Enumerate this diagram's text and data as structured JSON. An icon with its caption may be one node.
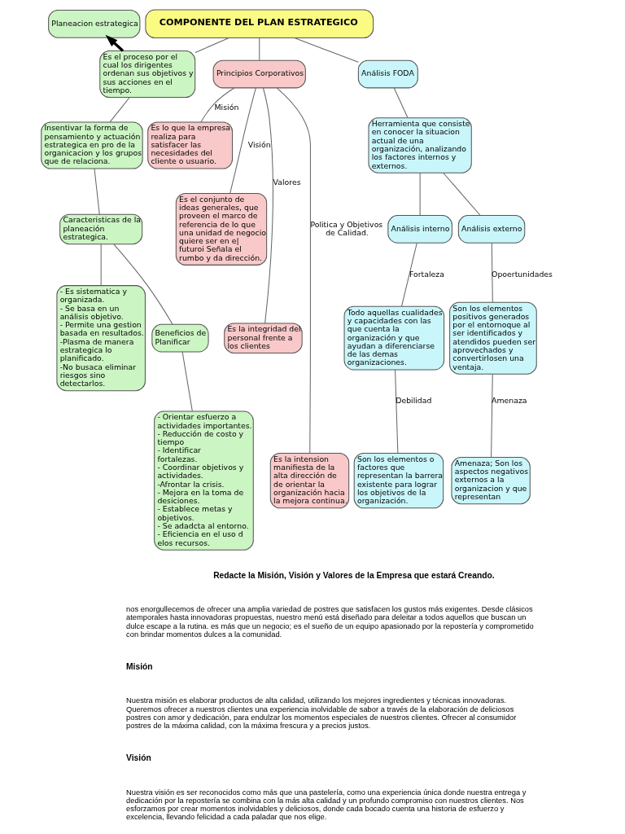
{
  "diagram": {
    "nodes": [
      {
        "text": [
          "COMPONENTE DEL PLAN ESTRATEGICO"
        ]
      },
      {
        "text": [
          "Planeacion estrategica"
        ]
      },
      {
        "text": [
          "Es el proceso por el cual los dirigentes ordenan sus objetivos y sus acciones en el tiempo."
        ]
      },
      {
        "text": [
          "Insentivar la forma de pensamiento y actuación estrategica en pro de la organicacion y los grupos que de relaciona."
        ]
      },
      {
        "text": [
          "Caracteristicas de la planeación estrategica."
        ]
      },
      {
        "text": [
          "- Es sistematica y organizada.",
          "- Se basa en un análisis objetivo.",
          "- Permite una gestion basada en resultados.",
          "-Plasma de manera estrategica lo planificado.",
          "-No busaca eliminar riesgos sino detectarlos."
        ]
      },
      {
        "text": [
          "Beneficios de Planificar"
        ]
      },
      {
        "text": [
          "- Orientar esfuerzo a actividades importantes.",
          "- Reducción de costo y tiempo",
          "- Identificar fortalezas.",
          "- Coordinar objetivos y actividades.",
          "-Afrontar la crisis.",
          "- Mejora en la toma de desiciones.",
          "- Establece metas y objetivos.",
          "- Se adadcta al entorno.",
          "- Eficiencia en el uso d elos recursos."
        ]
      },
      {
        "text": [
          "Principios Corporativos"
        ]
      },
      {
        "text": [
          "Es lo que la empresa realiza para satisfacer las necesidades del cliente o usuario."
        ]
      },
      {
        "text": [
          "Es el conjunto de ideas generales, que proveen el marco de referencia de Io que una unidad de negocio quiere ser en e| futuroi Señala el rumbo y da dirección."
        ]
      },
      {
        "text": [
          "Es la integridad del personal frente a los clientes"
        ]
      },
      {
        "text": [
          "Es la intension manifiesta de la alta dirección de de orientar la organización hacia la mejora continua."
        ]
      },
      {
        "text": [
          "Análisis FODA"
        ]
      },
      {
        "text": [
          "Herramienta que consiste en conocer la situacion actual de una organización, analizando los factores internos y externos."
        ]
      },
      {
        "text": [
          "Análisis interno"
        ]
      },
      {
        "text": [
          "Análisis externo"
        ]
      },
      {
        "text": [
          "Todo aquellas cualidades y capacidades con las que cuenta la organización y que ayudan a diferenciarse de las demas organizaciones."
        ]
      },
      {
        "text": [
          "Son los elementos o factores que representan la barrera existente para lograr los objetivos de la organización."
        ]
      },
      {
        "text": [
          "Son los elementos positivos generados por el entornoque al ser identificados y atendidos pueden ser aprovechados y convertirlosen una ventaja."
        ]
      },
      {
        "text": [
          "Amenaza; Son los aspectos negativos externos a la organizacion y que representan"
        ]
      }
    ],
    "edges": [
      {
        "from": 0,
        "to": 2,
        "arrow": "none"
      },
      {
        "from": 2,
        "to": 1,
        "arrow": "to",
        "style": "thick",
        "color": "#000000"
      },
      {
        "from": 2,
        "to": 3,
        "arrow": "none"
      },
      {
        "from": 3,
        "to": 4,
        "arrow": "none"
      },
      {
        "from": 4,
        "to": 5,
        "arrow": "none"
      },
      {
        "from": 4,
        "to": 6,
        "arrow": "none"
      },
      {
        "from": 6,
        "to": 7,
        "arrow": "none"
      },
      {
        "from": 0,
        "to": 8,
        "arrow": "none"
      },
      {
        "from": 8,
        "to": 9,
        "arrow": "none",
        "label": "Misión"
      },
      {
        "from": 8,
        "to": 10,
        "arrow": "none",
        "label": "Visión"
      },
      {
        "from": 8,
        "to": 11,
        "arrow": "none",
        "label": "Valores"
      },
      {
        "from": 8,
        "to": 12,
        "arrow": "none",
        "label": "Politica y Objetivos de Calidad."
      },
      {
        "from": 0,
        "to": 13,
        "arrow": "none"
      },
      {
        "from": 13,
        "to": 14,
        "arrow": "none"
      },
      {
        "from": 14,
        "to": 15,
        "arrow": "none"
      },
      {
        "from": 14,
        "to": 16,
        "arrow": "none"
      },
      {
        "from": 15,
        "to": 17,
        "arrow": "none",
        "label": "Fortaleza"
      },
      {
        "from": 17,
        "to": 18,
        "arrow": "none",
        "label": "Debilidad"
      },
      {
        "from": 16,
        "to": 19,
        "arrow": "none",
        "label": "Opoertunidades"
      },
      {
        "from": 19,
        "to": 20,
        "arrow": "none",
        "label": "Amenaza"
      }
    ],
    "labels": [
      "Redacte la Misión, Visión y Valores de la Empresa que estará Creando.",
      "nos enorgullecemos de ofrecer una amplia variedad de postres que satisfacen los gustos más exigentes. Desde clásicos atemporales hasta innovadoras propuestas, nuestro menú está diseñado para deleitar a todos aquellos que buscan un dulce escape a la rutina. es más que un negocio; es el sueño de un equipo apasionado por la repostería y comprometido con brindar momentos dulces a la comunidad.",
      "Misión",
      "Nuestra misión es elaborar productos de alta calidad, utilizando los mejores ingredientes y técnicas innovadoras. Queremos ofrecer a nuestros clientes una experiencia inolvidable de sabor a través de la elaboración de deliciosos postres con amor y dedicación, para endulzar los momentos especiales de nuestros clientes. Ofrecer al consumidor postres de la máxima calidad, con la máxima frescura y a precios justos.",
      "Visión",
      "Nuestra visión es ser reconocidos como más que una pastelería, como una experiencia única donde nuestra entrega y dedicación por la repostería se combina con la más alta calidad y un profundo compromiso con nuestros clientes. Nos esforzamos por crear momentos inolvidables y deliciosos, donde cada bocado cuenta una historia de esfuerzo y excelencia, llevando felicidad a cada paladar que nos elige."
    ]
  }
}
